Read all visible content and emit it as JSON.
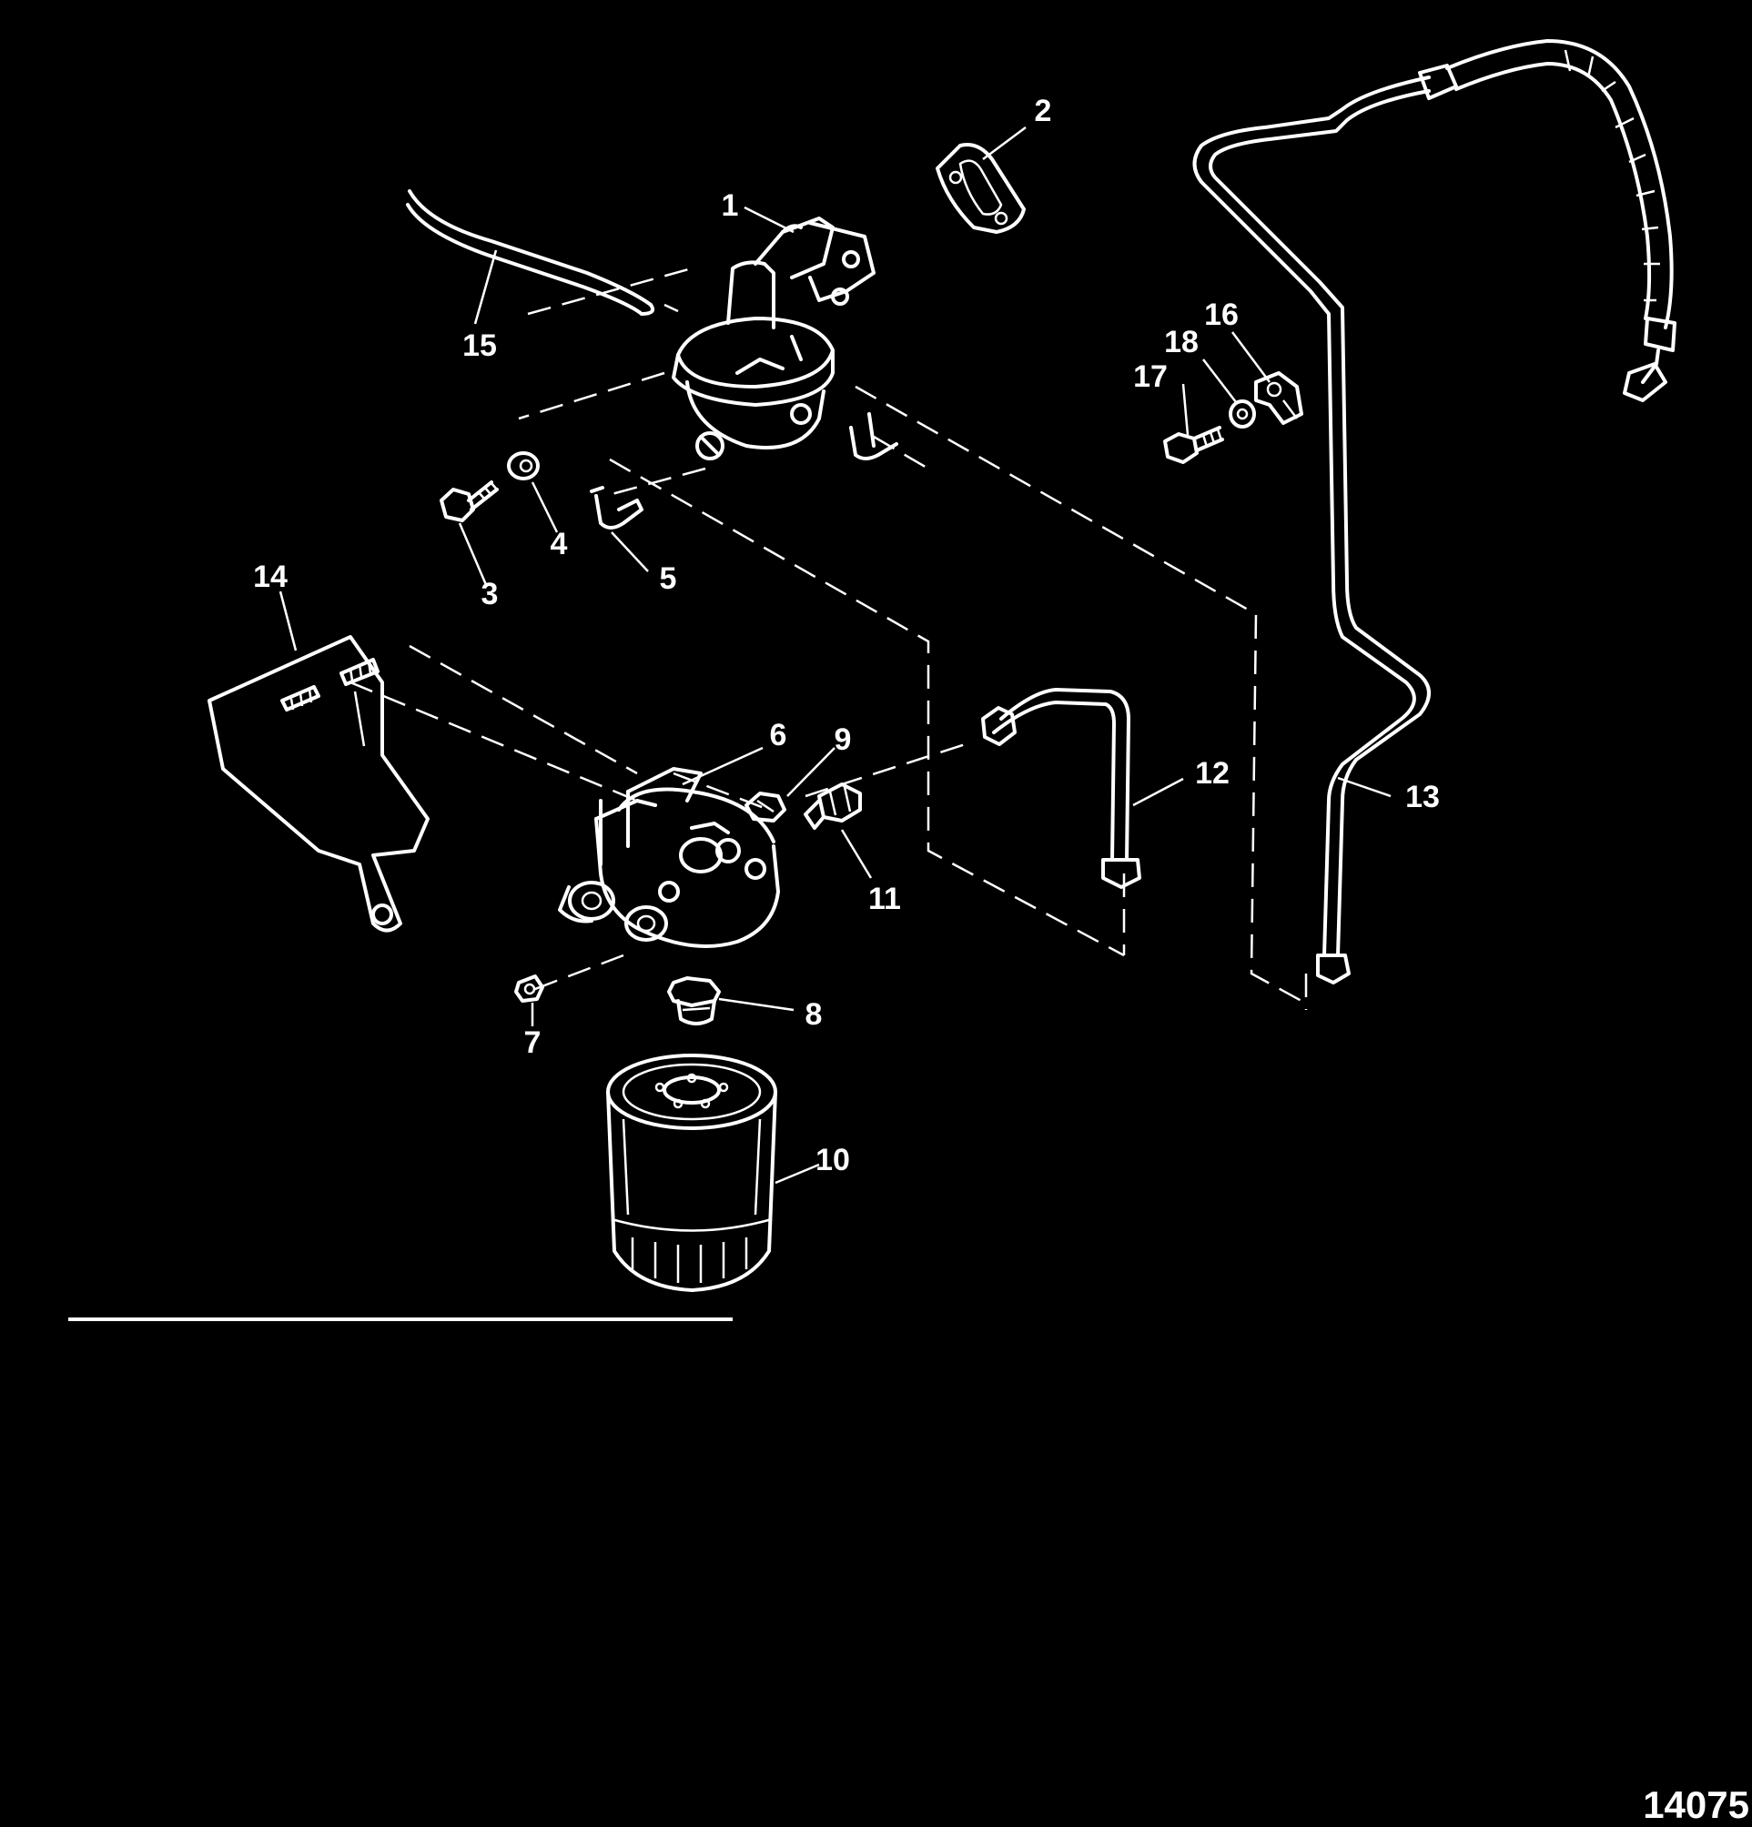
{
  "diagram": {
    "callouts": [
      "1",
      "2",
      "3",
      "4",
      "5",
      "6",
      "7",
      "8",
      "9",
      "10",
      "11",
      "12",
      "13",
      "14",
      "15",
      "16",
      "17",
      "18"
    ],
    "figure_number": "14075"
  },
  "colors": {
    "background": "#000000",
    "ink": "#ffffff"
  }
}
